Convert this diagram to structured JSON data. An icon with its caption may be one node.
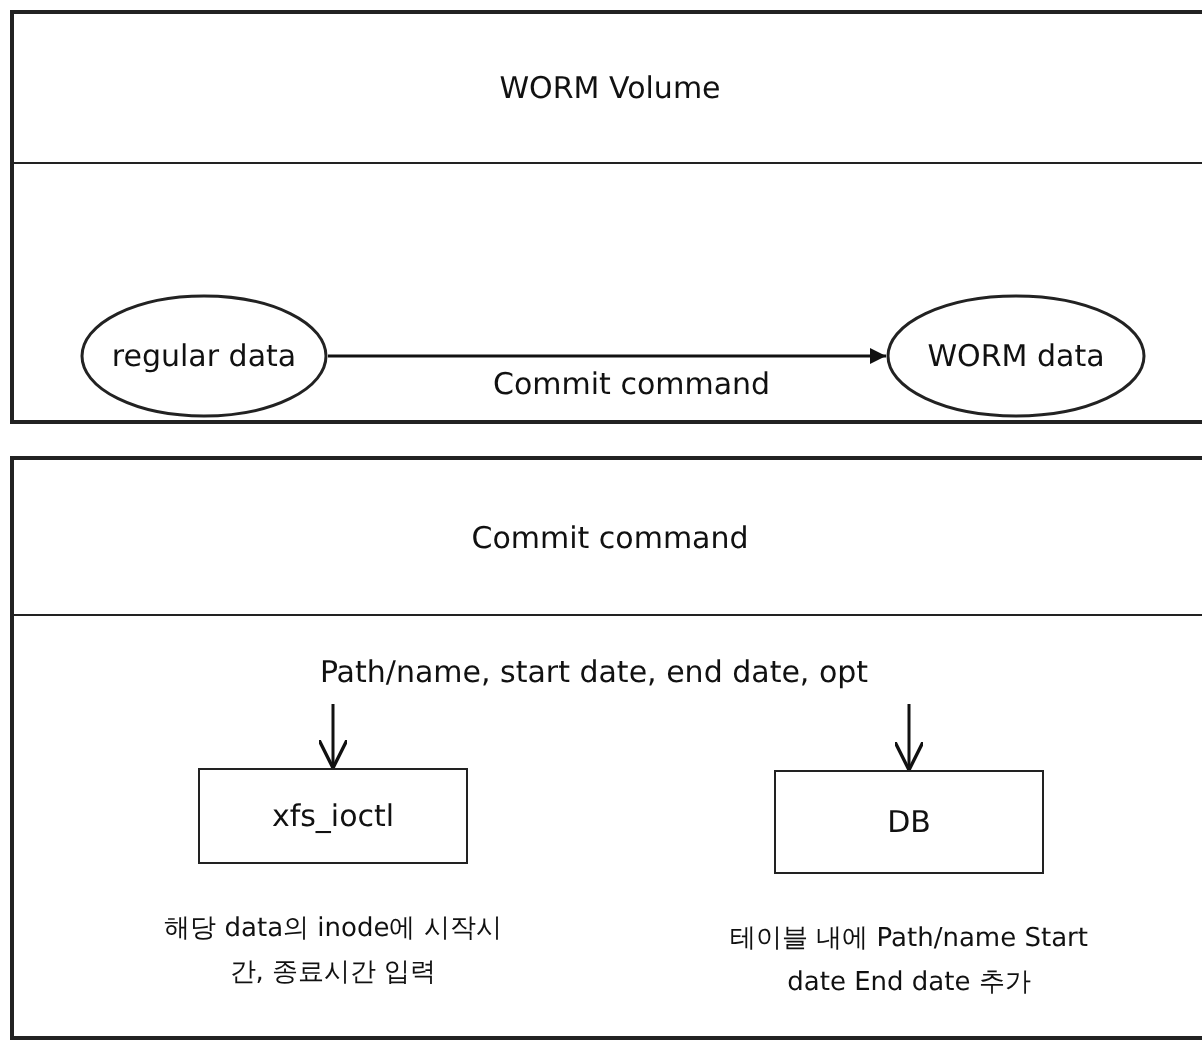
{
  "diagram": {
    "nodes": [
      {
        "text": [
          "WORM Volume"
        ]
      },
      {
        "text": [
          "regular data"
        ],
        "in": 0
      },
      {
        "text": [
          "WORM data"
        ],
        "in": 0
      },
      {
        "text": [
          "Commit command"
        ]
      },
      {
        "text": [
          "Path/name, start date, end date, opt"
        ],
        "in": 3
      },
      {
        "text": [
          "xfs_ioctl"
        ],
        "in": 3,
        "beside": [
          "해당 data의 inode에 시작시간, 종료시간 입력"
        ]
      },
      {
        "text": [
          "DB"
        ],
        "in": 3,
        "beside": [
          "테이블 내에 Path/name Start date End date 추가"
        ]
      }
    ],
    "edges": [
      {
        "from": 1,
        "to": 2,
        "arrow": "to",
        "label": "Commit command"
      },
      {
        "from": 4,
        "to": 5,
        "arrow": "to"
      },
      {
        "from": 4,
        "to": 6,
        "arrow": "to"
      }
    ]
  }
}
